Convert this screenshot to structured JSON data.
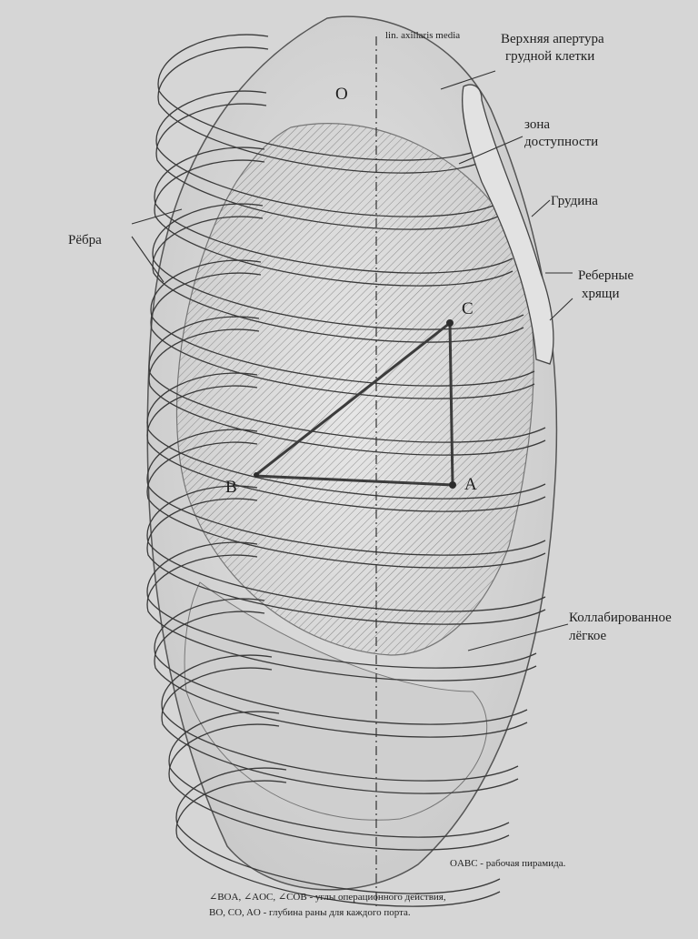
{
  "labels": {
    "axis_line": "lin. axillaris media",
    "upper_aperture": [
      "Верхняя апертура",
      "грудной клетки"
    ],
    "access_zone": [
      "зона",
      "доступности"
    ],
    "sternum": "Грудина",
    "costal_cartilage": [
      "Реберные",
      "хрящи"
    ],
    "ribs": "Рёбра",
    "collapsed_lung": [
      "Коллабированное",
      "лёгкое"
    ]
  },
  "points": {
    "O": "O",
    "C": "C",
    "B": "B",
    "A": "A"
  },
  "captions": {
    "pyramid": "OABC - рабочая пирамида.",
    "angles": "∠BOA, ∠AOC, ∠COB  - углы операционного действия,",
    "depth": "BO, CO, AO - глубина раны для каждого порта."
  }
}
